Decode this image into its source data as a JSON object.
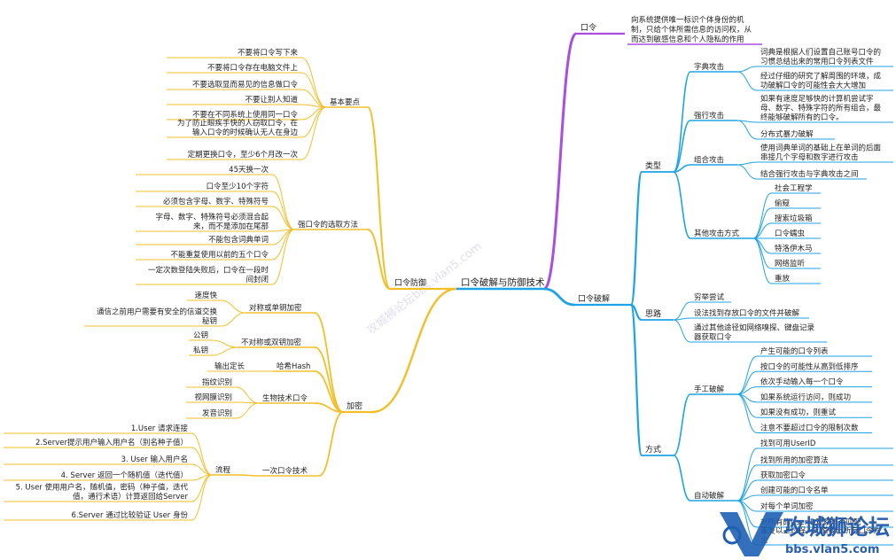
{
  "center": "口令破解与防御技术",
  "colors": {
    "orange": "#f2bf2a",
    "blue": "#1ea3e6",
    "purple": "#a94ede",
    "text": "#222222"
  },
  "watermark": "攻城狮论坛bbs.vlan5.com",
  "logo": {
    "cn": "攻城狮论坛",
    "url": "bbs.vlan5.com",
    "mark": "V"
  },
  "kouling": {
    "label": "口令",
    "desc": [
      "向系统提供唯一标识个体身份的机",
      "制，只给个体所需信息的访问权，从",
      "而达到敏感信息和个人隐私的作用"
    ]
  },
  "crack": {
    "label": "口令破解",
    "types": {
      "label": "类型",
      "dict": {
        "label": "字典攻击",
        "items": [
          [
            "词典是根据人们设置自己账号口令的",
            "习惯总结出来的常用口令列表文件"
          ],
          [
            "经过仔细的研究了解周围的环境，成",
            "功破解口令的可能性会大大增加"
          ]
        ]
      },
      "brute": {
        "label": "强行攻击",
        "items": [
          [
            "如果有速度足够快的计算机尝试字",
            "母、数字、特殊字符的所有组合，最",
            "终能够破解所有的口令。"
          ],
          [
            "分布式暴力破解"
          ]
        ]
      },
      "combo": {
        "label": "组合攻击",
        "items": [
          [
            "使用词典单词的基础上在单词的后面",
            "串接几个字母和数字进行攻击"
          ],
          [
            "结合强行攻击与字典攻击之间"
          ]
        ]
      },
      "other": {
        "label": "其他攻击方式",
        "items": [
          "社会工程学",
          "偷窥",
          "搜索垃圾箱",
          "口令蠕虫",
          "特洛伊木马",
          "网络监听",
          "重放"
        ]
      }
    },
    "ideas": {
      "label": "思路",
      "items": [
        [
          "穷举尝试"
        ],
        [
          "设法找到存放口令的文件并破解"
        ],
        [
          "通过其他途径如网络嗅探、键盘记录",
          "器获取口令"
        ]
      ]
    },
    "methods": {
      "label": "方式",
      "manual": {
        "label": "手工破解",
        "items": [
          "产生可能的口令列表",
          "按口令的可能性从高到低排序",
          "依次手动输入每一个口令",
          "如果系统运行访问，则成功",
          "如果没有成功，则重试",
          "注意不要超过口令的限制次数"
        ]
      },
      "auto": {
        "label": "自动破解",
        "items": [
          [
            "找到可用UserID"
          ],
          [
            "找到所用的加密算法"
          ],
          [
            "获取加密口令"
          ],
          [
            "创建可能的口令名单"
          ],
          [
            "对每个单词加密"
          ],
          [
            "对所有的UserID观察是否匹配"
          ],
          [
            "重复以上过程，知道找出所有口令为",
            "止"
          ]
        ]
      }
    }
  },
  "defense": {
    "label": "口令防御",
    "basics": {
      "label": "基本要点",
      "items": [
        [
          "不要将口令写下来"
        ],
        [
          "不要将口令存在电脑文件上"
        ],
        [
          "不要选取显而易见的信息做口令"
        ],
        [
          "不要让别人知道"
        ],
        [
          "不要在不同系统上使用同一口令"
        ],
        [
          "为了防止眼疾手快的人窃取口令，在",
          "输入口令的时候确认无人在身边"
        ],
        [
          "定期更换口令，至少6个月改一次"
        ]
      ]
    },
    "strong": {
      "label": "强口令的选取方法",
      "items": [
        [
          "45天换一次"
        ],
        [
          "口令至少10个字符"
        ],
        [
          "必须包含字母、数字、特殊符号"
        ],
        [
          "字母、数字、特殊符号必须混合起",
          "来，而不是添加在尾部"
        ],
        [
          "不能包含词典单词"
        ],
        [
          "不能重复使用以前的五个口令"
        ],
        [
          "一定次数登陆失败后，口令在一段时",
          "间封闭"
        ]
      ]
    }
  },
  "encrypt": {
    "label": "加密",
    "sym": {
      "label": "对称或单钥加密",
      "items": [
        [
          "速度快"
        ],
        [
          "通信之前用户需要有安全的信道交换",
          "秘钥"
        ]
      ]
    },
    "asym": {
      "label": "不对称或双钥加密",
      "items": [
        [
          "公钥"
        ],
        [
          "私钥"
        ]
      ]
    },
    "hash": {
      "label": "哈希Hash",
      "items": [
        [
          "输出定长"
        ]
      ]
    },
    "bio": {
      "label": "生物技术口令",
      "items": [
        [
          "指纹识别"
        ],
        [
          "视网膜识别"
        ],
        [
          "发音识别"
        ]
      ]
    },
    "otp": {
      "label": "一次口令技术",
      "flow": {
        "label": "流程",
        "items": [
          [
            "1.User 请求连接"
          ],
          [
            "2.Server提示用户输入用户名（别名种子值）"
          ],
          [
            "3. User 输入用户名"
          ],
          [
            "4. Server 返回一个随机值（迭代值）"
          ],
          [
            "5. User 使用用户名，随机值，密码（种子值，迭代",
            "值，通行术语）计算返回给Server"
          ],
          [
            "6.Server 通过比较验证 User 身份"
          ]
        ]
      }
    }
  }
}
